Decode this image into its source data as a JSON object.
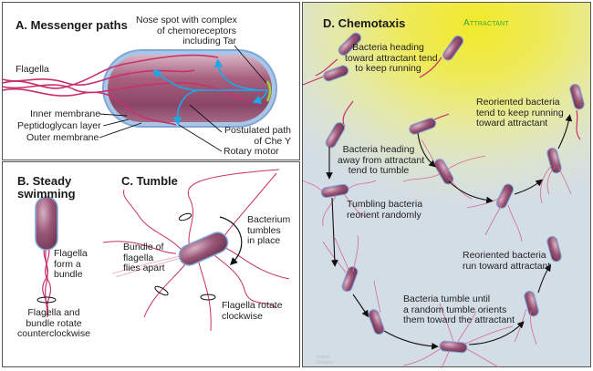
{
  "panels": {
    "a": {
      "title": "A. Messenger paths",
      "labels": {
        "nose_spot": "Nose spot with complex\nof chemoreceptors\nincluding Tar",
        "flagella": "Flagella",
        "inner_membrane": "Inner membrane",
        "peptidoglycan": "Peptidoglycan layer",
        "outer_membrane": "Outer membrane",
        "postulated_path": "Postulated path\nof Che Y",
        "rotary_motor": "Rotary motor"
      }
    },
    "b": {
      "title": "B. Steady\nswimming",
      "labels": {
        "bundle": "Flagella\nform a\nbundle",
        "rotate": "Flagella and\nbundle rotate\ncounterclockwise"
      }
    },
    "c": {
      "title": "C. Tumble",
      "labels": {
        "tumbles": "Bacterium\ntumbles\nin place",
        "flies_apart": "Bundle of\nflagella\nflies apart",
        "rotate_cw": "Flagella rotate\nclockwise"
      }
    },
    "d": {
      "title": "D. Chemotaxis",
      "attractant": "Attractant",
      "labels": {
        "toward": "Bacteria heading\ntoward attractant tend\nto keep running",
        "reoriented_keep": "Reoriented bacteria\ntend to keep running\ntoward attractant",
        "away": "Bacteria heading\naway from attractant\ntend to tumble",
        "tumbling": "Tumbling bacteria\nreorient randomly",
        "reoriented_run": "Reoriented bacteria\nrun toward attractant",
        "tumble_until": "Bacteria tumble until\na random tumble orients\nthem toward the attractant"
      },
      "logo": "Tristan\nJohnson"
    }
  },
  "colors": {
    "cell_body": "#8e4a6a",
    "cell_outline": "#7fa8d8",
    "flagella": "#c8306a",
    "chey_path": "#1aa8e8",
    "receptor": "#9ad43a",
    "attractant_label": "#3aa53a",
    "attractant_yellow": "#f2ea2a",
    "background_blue": "#d3dde6"
  }
}
